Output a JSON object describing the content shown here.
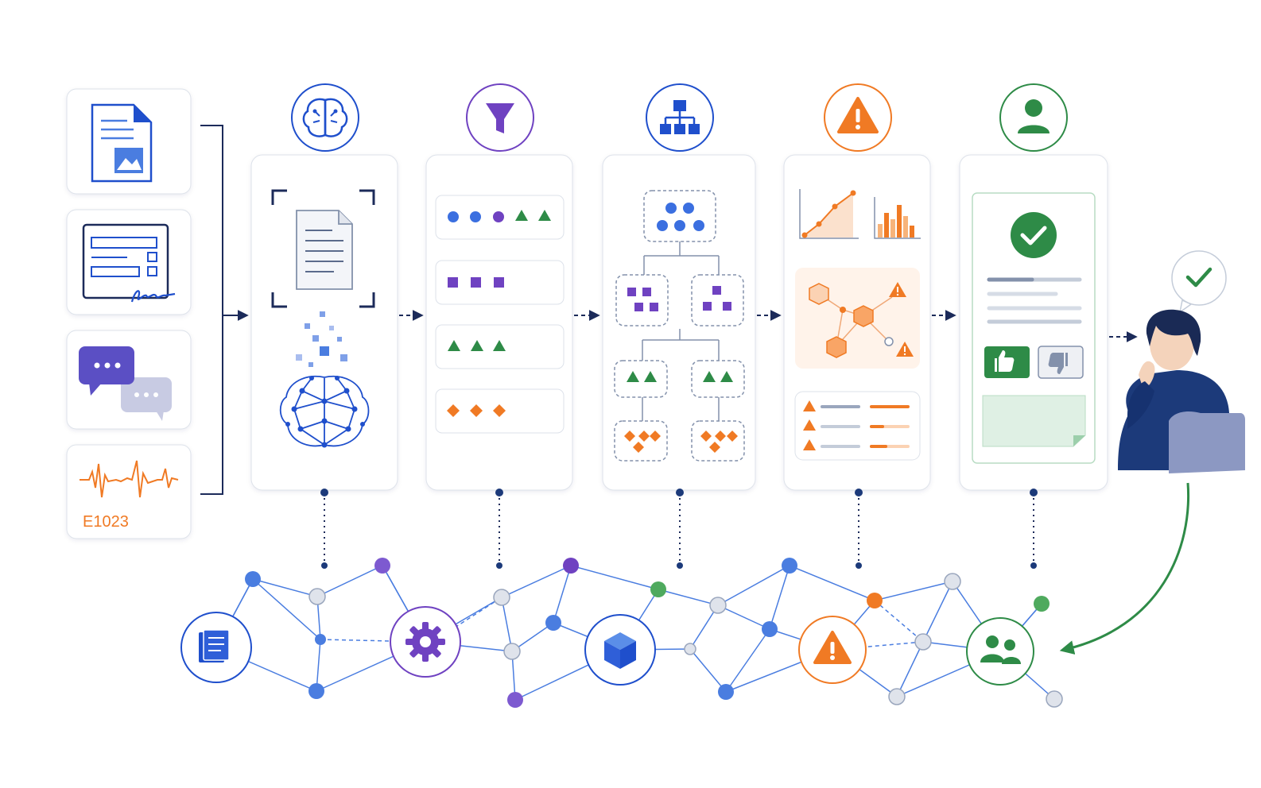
{
  "sources": [
    {
      "name": "document-source",
      "icon": "document-image-icon"
    },
    {
      "name": "form-source",
      "icon": "signed-form-icon"
    },
    {
      "name": "chat-source",
      "icon": "chat-bubbles-icon"
    },
    {
      "name": "signal-source",
      "icon": "waveform-icon",
      "code": "E1023"
    }
  ],
  "stages": [
    {
      "name": "ai-extraction",
      "icon": "brain-circuit-icon",
      "color": "#1f4fcc"
    },
    {
      "name": "filtering",
      "icon": "funnel-icon",
      "color": "#6f42c1"
    },
    {
      "name": "hierarchy",
      "icon": "hierarchy-icon",
      "color": "#1f4fcc"
    },
    {
      "name": "anomaly-detection",
      "icon": "warning-icon",
      "color": "#f07a24"
    },
    {
      "name": "human-validation",
      "icon": "user-icon",
      "color": "#2e8b47"
    }
  ],
  "network_hubs": [
    {
      "name": "knowledge-base",
      "icon": "book-icon",
      "color": "#1f4fcc"
    },
    {
      "name": "processing",
      "icon": "gear-icon",
      "color": "#6f42c1"
    },
    {
      "name": "model",
      "icon": "cube-icon",
      "color": "#1f4fcc"
    },
    {
      "name": "alerts",
      "icon": "warning-icon",
      "color": "#f07a24"
    },
    {
      "name": "team",
      "icon": "users-icon",
      "color": "#2e8b47"
    }
  ],
  "colors": {
    "blue": "#1f4fcc",
    "light_blue": "#4a7de0",
    "purple": "#6f42c1",
    "green": "#2e8b47",
    "orange": "#f07a24",
    "navy": "#1c2b5a",
    "card_border": "#dde2ea"
  }
}
